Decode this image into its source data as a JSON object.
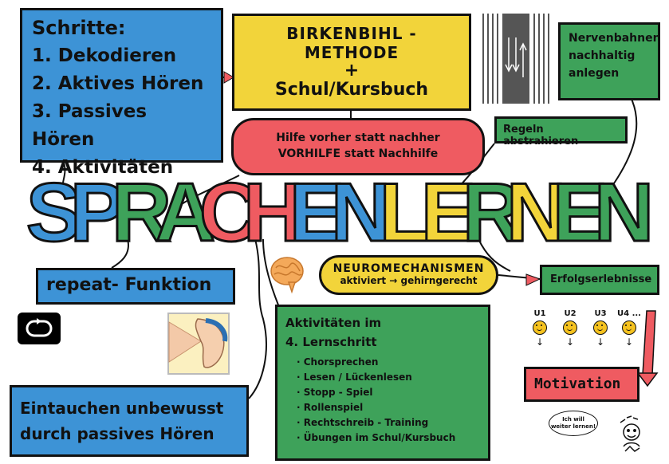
{
  "steps": {
    "title": "Schritte:",
    "items": [
      "1. Dekodieren",
      "2. Aktives Hören",
      "3. Passives Hören",
      "4. Aktivitäten"
    ]
  },
  "birkenbihl": {
    "line1": "BIRKENBIHL - METHODE",
    "plus": "+",
    "line3": "Schul/Kursbuch"
  },
  "nerves": {
    "line1": "Nervenbahnen",
    "line2": "nachhaltig",
    "line3": "anlegen"
  },
  "hilfe": {
    "line1": "Hilfe vorher statt nachher",
    "line2": "VORHILFE statt Nachhilfe"
  },
  "regeln": "Regeln abstrahieren",
  "title_letters": [
    {
      "char": "S",
      "color": "#3d93d6"
    },
    {
      "char": "P",
      "color": "#3d93d6"
    },
    {
      "char": "R",
      "color": "#3ea25a"
    },
    {
      "char": "A",
      "color": "#3ea25a"
    },
    {
      "char": "C",
      "color": "#ef5b61"
    },
    {
      "char": "H",
      "color": "#ef5b61"
    },
    {
      "char": "E",
      "color": "#3d93d6"
    },
    {
      "char": "N",
      "color": "#3d93d6"
    },
    {
      "char": "L",
      "color": "#f2d43a"
    },
    {
      "char": "E",
      "color": "#f2d43a"
    },
    {
      "char": "R",
      "color": "#3ea25a"
    },
    {
      "char": "N",
      "color": "#f2d43a"
    },
    {
      "char": "E",
      "color": "#3ea25a"
    },
    {
      "char": "N",
      "color": "#3ea25a"
    }
  ],
  "repeat": "repeat- Funktion",
  "eintauchen": {
    "line1": "Eintauchen unbewusst",
    "line2": "durch passives Hören"
  },
  "neuro": {
    "line1": "NEUROMECHANISMEN",
    "line2": "aktiviert → gehirngerecht"
  },
  "erfolg": "Erfolgserlebnisse",
  "activities": {
    "head1": "Aktivitäten im",
    "head2": "4. Lernschritt",
    "items": [
      "Chorsprechen",
      "Lesen / Lückenlesen",
      "Stopp - Spiel",
      "Rollenspiel",
      "Rechtschreib - Training",
      "Übungen im Schul/Kursbuch"
    ]
  },
  "units": [
    "U1",
    "U2",
    "U3",
    "U4 ..."
  ],
  "motivation": "Motivation",
  "bubble": {
    "line1": "Ich will",
    "line2": "weiter lernen!"
  },
  "colors": {
    "blue": "#3d93d6",
    "yellow": "#f2d43a",
    "green": "#3ea25a",
    "red": "#ef5b61"
  }
}
